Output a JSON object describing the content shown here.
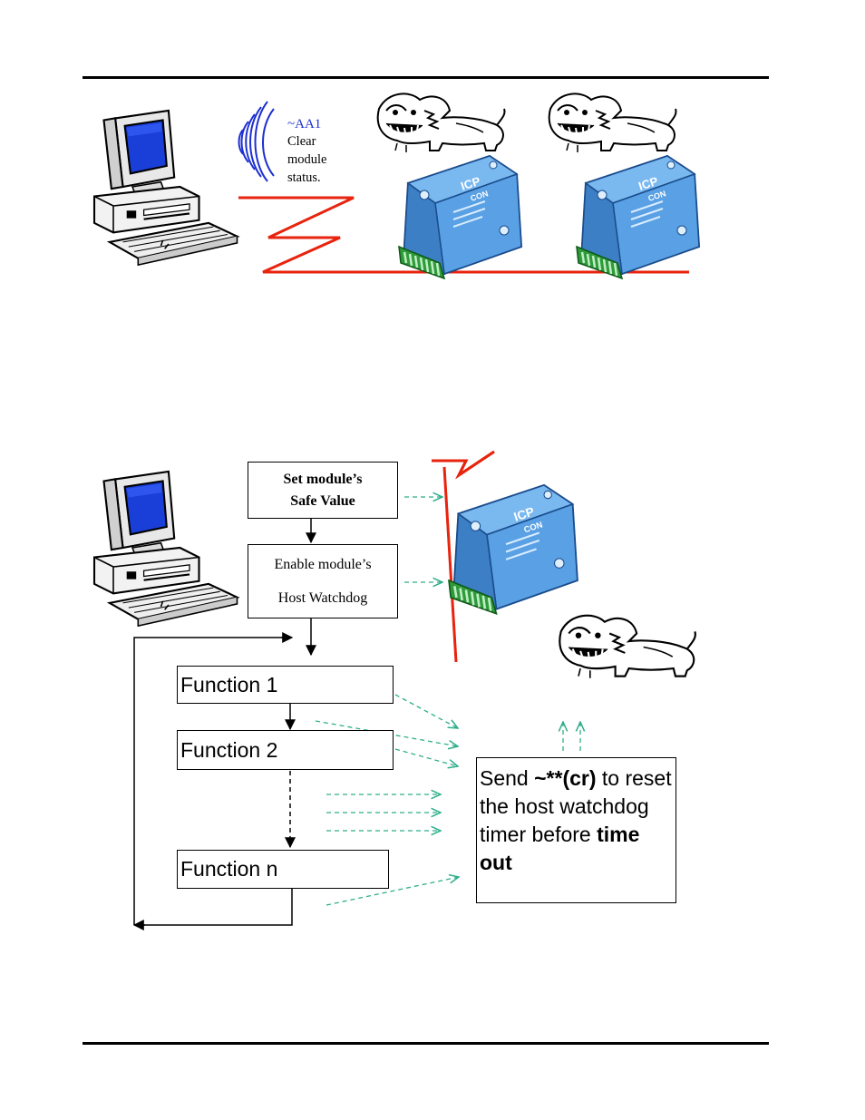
{
  "figure1": {
    "command": "~AA1",
    "description_lines": [
      "Clear",
      "module",
      "status."
    ]
  },
  "figure2": {
    "step1_lines": [
      "Set module’s",
      "Safe Value"
    ],
    "step2_lines": [
      "Enable module’s",
      "Host Watchdog"
    ],
    "functions": [
      "Function 1",
      "Function 2",
      "Function n"
    ],
    "note": {
      "part1": "Send ",
      "cmd": "~**(cr)",
      "part2": " to reset the host watchdog timer before ",
      "emph": "time out"
    }
  },
  "module_logo": "ICP CON",
  "colors": {
    "rs485_line": "#e8230e",
    "signal_arcs": "#1c2fd1",
    "dashed_arrows": "#2fae8a",
    "module_body": "#4a90d8",
    "terminal_green": "#2e9a3a"
  }
}
